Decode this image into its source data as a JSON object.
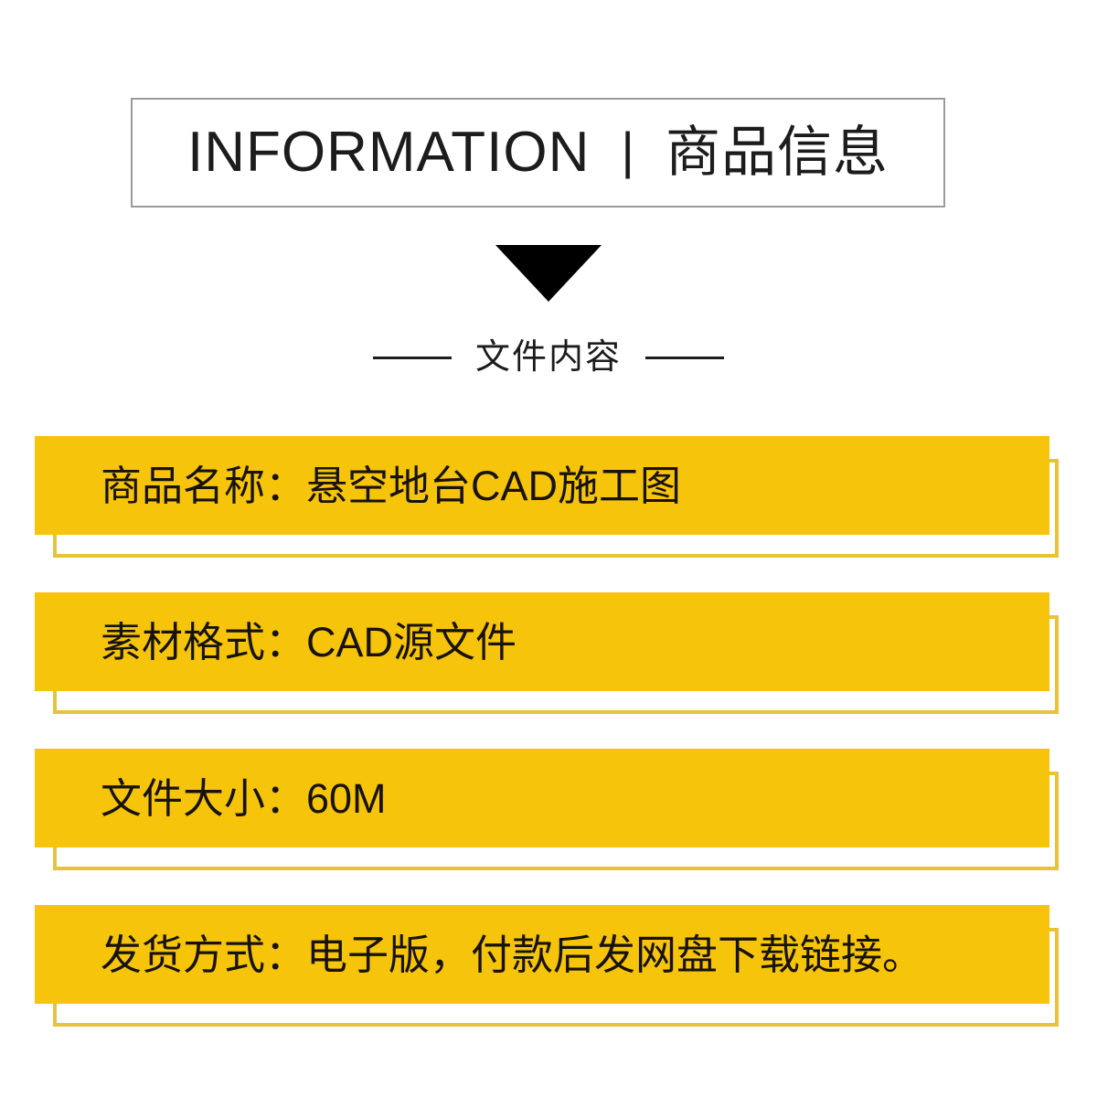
{
  "header": {
    "english_title": "INFORMATION",
    "separator": "|",
    "chinese_title": "商品信息"
  },
  "divider": {
    "label": "文件内容"
  },
  "icons": {
    "down_triangle": "triangle-down-icon"
  },
  "colors": {
    "bar_fill": "#f6c40a",
    "bar_outline": "#e8c33a",
    "header_border": "#9a9a9a",
    "text": "#17120a",
    "triangle": "#000000"
  },
  "info_rows": [
    {
      "label": "商品名称：",
      "value": "悬空地台CAD施工图",
      "text": "商品名称：悬空地台CAD施工图"
    },
    {
      "label": "素材格式：",
      "value": "CAD源文件",
      "text": "素材格式：CAD源文件"
    },
    {
      "label": "文件大小：",
      "value": "60M",
      "text": "文件大小：60M"
    },
    {
      "label": "发货方式：",
      "value": "电子版，付款后发网盘下载链接。",
      "text": "发货方式：电子版，付款后发网盘下载链接。"
    }
  ]
}
